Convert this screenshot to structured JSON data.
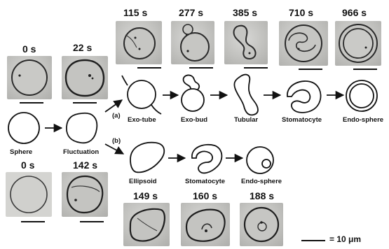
{
  "time_labels": {
    "t0_top": "0 s",
    "t22": "22 s",
    "t115": "115 s",
    "t277": "277 s",
    "t385": "385 s",
    "t710": "710 s",
    "t966": "966 s",
    "t0_bottom": "0 s",
    "t142": "142 s",
    "t149": "149 s",
    "t160": "160 s",
    "t188": "188 s"
  },
  "shape_labels": {
    "sphere": "Sphere",
    "fluctuation": "Fluctuation",
    "exo_tube": "Exo-tube",
    "exo_bud": "Exo-bud",
    "tubular": "Tubular",
    "stomatocyte_a": "Stomatocyte",
    "endo_sphere_a": "Endo-sphere",
    "ellipsoid": "Ellipsoid",
    "stomatocyte_b": "Stomatocyte",
    "endo_sphere_b": "Endo-sphere"
  },
  "branch_labels": {
    "a": "(a)",
    "b": "(b)"
  },
  "scale": {
    "label": "= 10 μm"
  }
}
